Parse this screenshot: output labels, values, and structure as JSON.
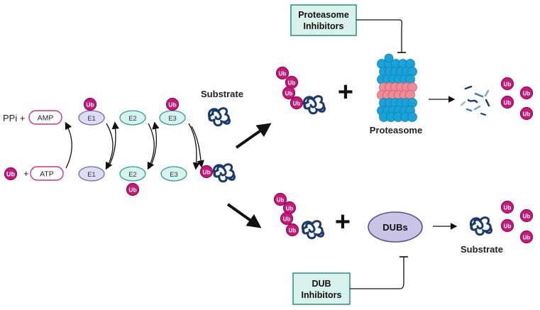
{
  "left_cycle": {
    "ppi_label": "PPi +",
    "amp_label": "AMP",
    "ub_label": "Ub",
    "plus_label": "+",
    "atp_label": "ATP",
    "e1_label": "E1",
    "e2_label": "E2",
    "e3_label": "E3"
  },
  "substrate_top_label": "Substrate",
  "substrate_bottom_label": "Substrate",
  "ub_tag": "Ub",
  "proteasome": {
    "inhibitors_label_line1": "Proteasome",
    "inhibitors_label_line2": "Inhibitors",
    "name": "Proteasome"
  },
  "dub": {
    "enzyme_label": "DUBs",
    "inhibitors_label_line1": "DUB",
    "inhibitors_label_line2": "Inhibitors"
  },
  "big_plus": "+",
  "colors": {
    "ub_fill": "#c8187c",
    "ub_stroke": "#8a0c54",
    "amp_atp_stroke": "#d4327d",
    "e1_fill": "#dcdcf4",
    "e1_stroke": "#6a6aa8",
    "e2e3_fill": "#d6f3ef",
    "e2e3_stroke": "#2a9d8f",
    "inhibitor_box_fill": "#d9f1ec",
    "inhibitor_box_stroke": "#2a8c7c",
    "dub_fill": "#c9c3e6",
    "dub_stroke": "#5b4e96",
    "substrate": "#1a3a6e",
    "proteasome_blue": "#1aa3d9",
    "proteasome_pink": "#f08a96"
  }
}
